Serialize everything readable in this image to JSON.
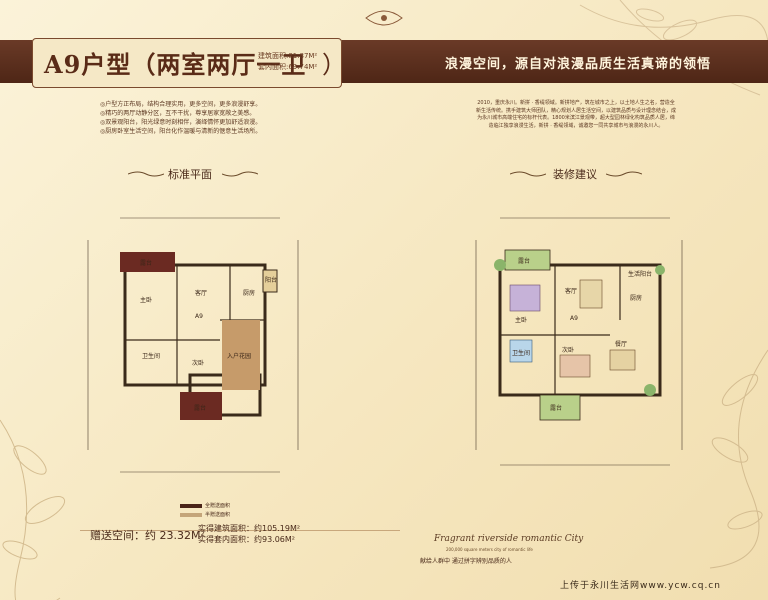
{
  "header": {
    "title": "A9户型（两室两厅一卫",
    "title_close": "）",
    "built_area": "建筑面积:81.87M²",
    "inner_area": "套内面积:69.74M²",
    "slogan": "浪漫空间，源自对浪漫品质生活真谛的领悟"
  },
  "features": [
    "◎户型方正布局，结构合理实用，更多空间，更多浪漫舒享。",
    "◎精巧的两厅动静分区，互不干扰，尊享居家宽敞之美感。",
    "◎双景观阳台，阳光绿意时刻相伴，演绎情怀更加舒适浪漫。",
    "◎厨房卧室生活空间，阳台化作温暖与清新的惬意生活场所。"
  ],
  "project_text": "2010，重庆永川。新拼 · 香缇领域。新拼地产，筑在城市之上，以土地人生之名，营造全新生活传统。携手建筑大师团队，精心规划人居生活空间，以建筑品质与设计理念结合，成为永川城市高端住宅的标杆代表。1800米滨江景观带，超大型园林绿化构筑品质人居，缔造临江独享浪漫生活，新拼 · 香缇领域，诚邀您一同共享城市与浪漫的永川人。",
  "sections": {
    "standard_plan": "标准平面",
    "decoration": "装修建议"
  },
  "rooms_left": {
    "balcony_top": "露台",
    "master_bedroom": "主卧",
    "living_room": "客厅",
    "kitchen": "厨房",
    "balcony_side": "阳台",
    "unit": "A9",
    "bathroom": "卫生间",
    "second_bedroom": "次卧",
    "entry_garden": "入户花园",
    "balcony_bottom": "露台"
  },
  "rooms_right": {
    "balcony_top": "露台",
    "living_room": "客厅",
    "life_balcony": "生活阳台",
    "kitchen": "厨房",
    "master_bedroom": "主卧",
    "unit": "A9",
    "bathroom": "卫生间",
    "dining": "餐厅",
    "second_bedroom": "次卧",
    "balcony_bottom": "露台"
  },
  "legend": {
    "item1": "全赠送面积",
    "item2": "半赠送面积",
    "color1": "#4a2418",
    "color2": "#c4a57a"
  },
  "footer": {
    "gift_space": "赠送空间：约 23.32M²",
    "real_built": "实得建筑面积：约105.19M²",
    "real_inner": "实得套内面积：约93.06M²",
    "script_tagline": "Fragrant riverside romantic City",
    "small_tagline": "200,000 square meters city of romantic life",
    "cn_tagline": "献给人群中  通过拼字辨别品质的人",
    "watermark": "上传于永川生活网www.ycw.cq.cn"
  },
  "colors": {
    "header": "#5a2b19",
    "accent": "#a87a4a",
    "plan_fill_balcony": "#6b2a22",
    "plan_fill_garden": "#c69b6a"
  }
}
